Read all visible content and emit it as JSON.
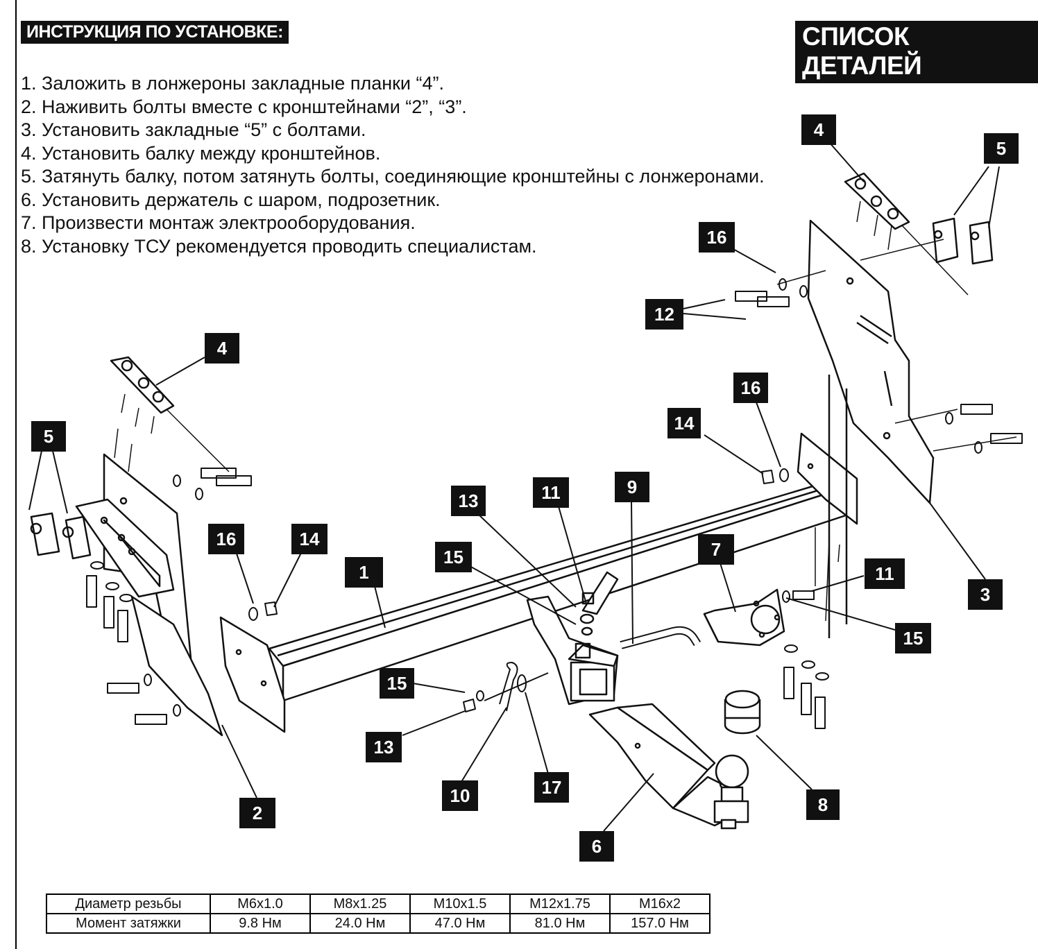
{
  "header": {
    "instructions_title": "ИНСТРУКЦИЯ ПО УСТАНОВКЕ:",
    "parts_title": "СПИСОК ДЕТАЛЕЙ"
  },
  "steps": [
    "1. Заложить в лонжероны закладные планки “4”.",
    "2. Наживить болты вместе с кронштейнами “2”, “3”.",
    "3. Установить закладные “5” с болтами.",
    "4. Установить балку между кронштейнов.",
    "5. Затянуть балку, потом затянуть болты, соединяющие кронштейны с лонжеронами.",
    "6. Установить держатель с шаром, подрозетник.",
    "7. Произвести монтаж электрооборудования.",
    "8. Установку ТСУ рекомендуется проводить специалистам."
  ],
  "part_labels": [
    "1",
    "2",
    "3",
    "4",
    "4",
    "5",
    "5",
    "6",
    "7",
    "8",
    "9",
    "10",
    "11",
    "11",
    "12",
    "13",
    "13",
    "14",
    "14",
    "15",
    "15",
    "15",
    "16",
    "16",
    "16",
    "17"
  ],
  "torque_table": {
    "row1_header": "Диаметр резьбы",
    "row2_header": "Момент затяжки",
    "threads": [
      "M6x1.0",
      "M8x1.25",
      "M10x1.5",
      "M12x1.75",
      "M16x2"
    ],
    "torques": [
      "9.8 Нм",
      "24.0 Нм",
      "47.0 Нм",
      "81.0 Нм",
      "157.0 Нм"
    ]
  }
}
